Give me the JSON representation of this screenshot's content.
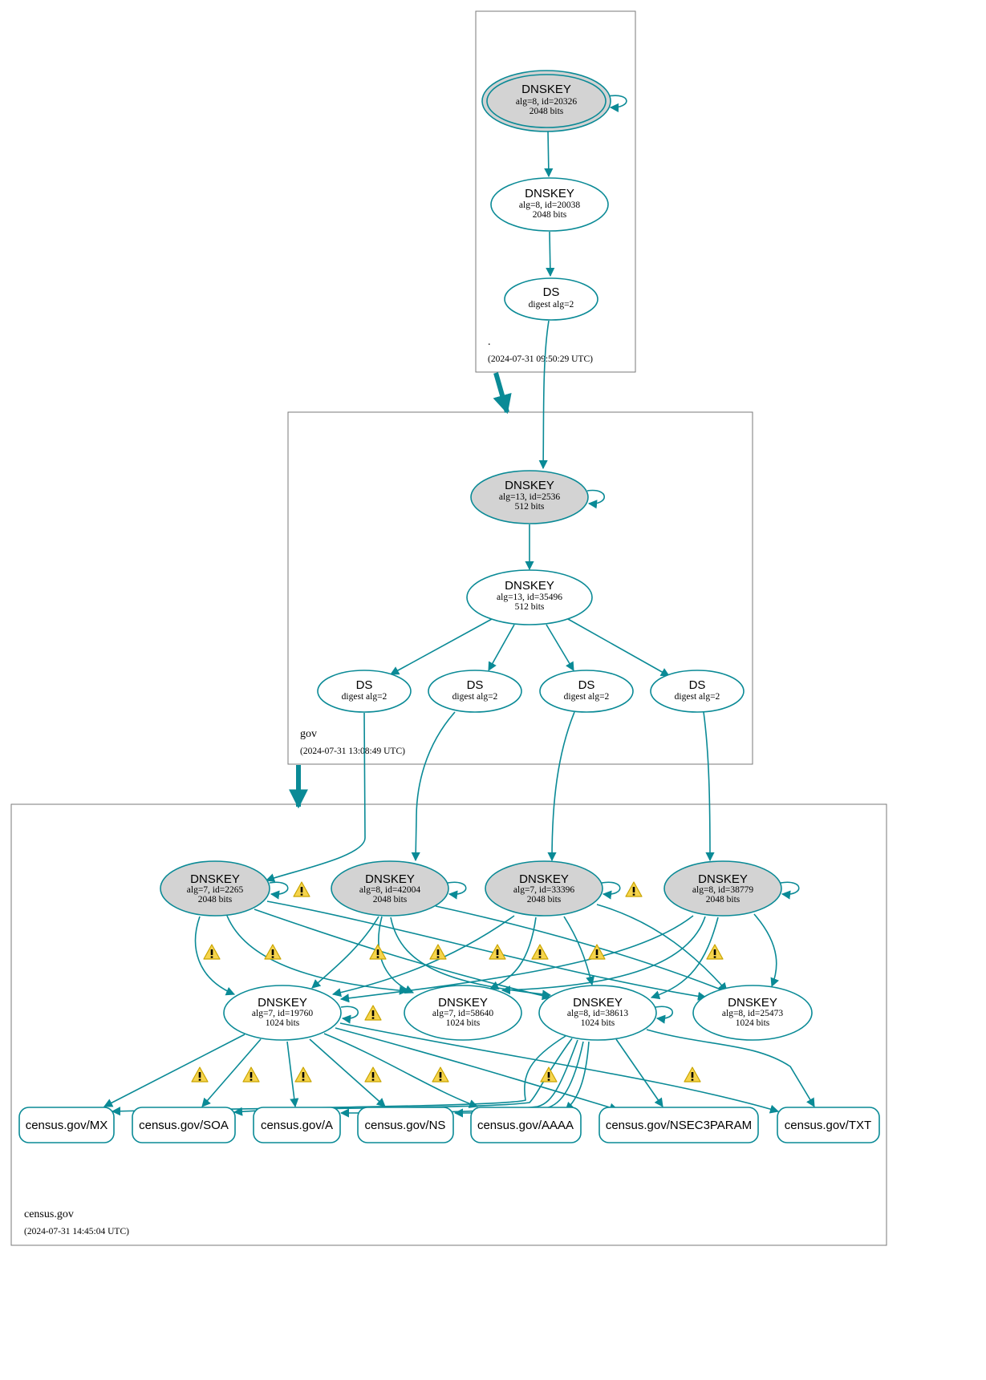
{
  "colors": {
    "edge": "#0a8a96",
    "ksk_fill": "#d3d3d3",
    "warning": "#f0c419"
  },
  "zones": {
    "root": {
      "name": ".",
      "timestamp": "(2024-07-31 09:50:29 UTC)"
    },
    "gov": {
      "name": "gov",
      "timestamp": "(2024-07-31 13:08:49 UTC)"
    },
    "census": {
      "name": "census.gov",
      "timestamp": "(2024-07-31 14:45:04 UTC)"
    }
  },
  "nodes": {
    "root_ksk": {
      "title": "DNSKEY",
      "line1": "alg=8, id=20326",
      "line2": "2048 bits"
    },
    "root_zsk": {
      "title": "DNSKEY",
      "line1": "alg=8, id=20038",
      "line2": "2048 bits"
    },
    "root_ds": {
      "title": "DS",
      "line1": "digest alg=2"
    },
    "gov_ksk": {
      "title": "DNSKEY",
      "line1": "alg=13, id=2536",
      "line2": "512 bits"
    },
    "gov_zsk": {
      "title": "DNSKEY",
      "line1": "alg=13, id=35496",
      "line2": "512 bits"
    },
    "gov_ds1": {
      "title": "DS",
      "line1": "digest alg=2"
    },
    "gov_ds2": {
      "title": "DS",
      "line1": "digest alg=2"
    },
    "gov_ds3": {
      "title": "DS",
      "line1": "digest alg=2"
    },
    "gov_ds4": {
      "title": "DS",
      "line1": "digest alg=2"
    },
    "c_ksk1": {
      "title": "DNSKEY",
      "line1": "alg=7, id=2265",
      "line2": "2048 bits"
    },
    "c_ksk2": {
      "title": "DNSKEY",
      "line1": "alg=8, id=42004",
      "line2": "2048 bits"
    },
    "c_ksk3": {
      "title": "DNSKEY",
      "line1": "alg=7, id=33396",
      "line2": "2048 bits"
    },
    "c_ksk4": {
      "title": "DNSKEY",
      "line1": "alg=8, id=38779",
      "line2": "2048 bits"
    },
    "c_zsk1": {
      "title": "DNSKEY",
      "line1": "alg=7, id=19760",
      "line2": "1024 bits"
    },
    "c_zsk2": {
      "title": "DNSKEY",
      "line1": "alg=7, id=58640",
      "line2": "1024 bits"
    },
    "c_zsk3": {
      "title": "DNSKEY",
      "line1": "alg=8, id=38613",
      "line2": "1024 bits"
    },
    "c_zsk4": {
      "title": "DNSKEY",
      "line1": "alg=8, id=25473",
      "line2": "1024 bits"
    }
  },
  "rrsets": {
    "mx": "census.gov/MX",
    "soa": "census.gov/SOA",
    "a": "census.gov/A",
    "ns": "census.gov/NS",
    "aaaa": "census.gov/AAAA",
    "nsec3param": "census.gov/NSEC3PARAM",
    "txt": "census.gov/TXT"
  },
  "warning_icon": "warning-icon"
}
